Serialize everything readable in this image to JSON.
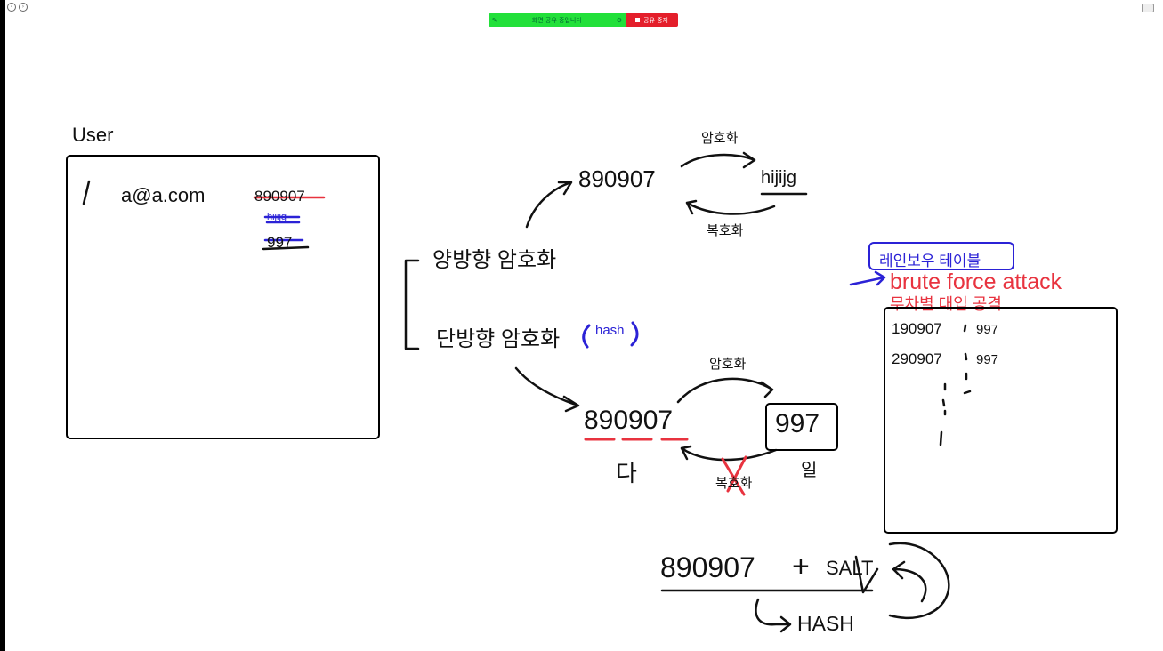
{
  "share_bar": {
    "status_text": "화면 공유 중입니다",
    "stop_label": "공유 중지"
  },
  "user_box": {
    "title": "User",
    "row_index": "1",
    "email": "a@a.com",
    "pw_plain": "890907",
    "pw_encrypted": "hijijg",
    "pw_hash": "997"
  },
  "two_way": {
    "label": "양방향 암호화",
    "plain": "890907",
    "cipher": "hijijg",
    "encrypt_label": "암호화",
    "decrypt_label": "복호화"
  },
  "one_way": {
    "label": "단방향 암호화",
    "hash_note": "hash",
    "plain": "890907",
    "hash_value": "997",
    "encrypt_label": "암호화",
    "decrypt_label": "복호화",
    "many_label": "다",
    "one_label": "일"
  },
  "attack": {
    "rainbow_label": "레인보우 테이블",
    "brute_label": "brute force attack",
    "korean_label": "무차별 대입 공격",
    "rows": [
      {
        "plain": "190907",
        "hash": "997"
      },
      {
        "plain": "290907",
        "hash": "997"
      }
    ]
  },
  "salt": {
    "plain": "890907",
    "plus": "+",
    "salt_label": "SALT",
    "hash_label": "HASH"
  },
  "colors": {
    "ink": "#111111",
    "red": "#e8333f",
    "blue": "#2b22d6"
  }
}
